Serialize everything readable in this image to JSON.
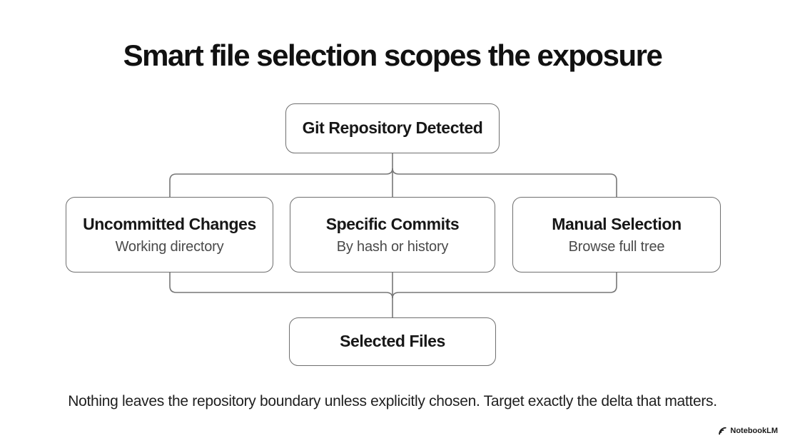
{
  "title": "Smart file selection scopes the exposure",
  "diagram": {
    "root": {
      "label": "Git Repository Detected"
    },
    "children": [
      {
        "label": "Uncommitted Changes",
        "sublabel": "Working directory"
      },
      {
        "label": "Specific Commits",
        "sublabel": "By hash or history"
      },
      {
        "label": "Manual Selection",
        "sublabel": "Browse full tree"
      }
    ],
    "result": {
      "label": "Selected Files"
    }
  },
  "footer": {
    "text": "Nothing leaves the repository boundary unless explicitly chosen. Target exactly the delta that matters."
  },
  "watermark": {
    "label": "NotebookLM",
    "icon": "notebooklm-logo-icon"
  },
  "colors": {
    "background": "#ffffff",
    "line": "#767676",
    "node-border": "#6f6f6f",
    "heading": "#111111",
    "label": "#171717",
    "sublabel": "#4a4a4a",
    "footer": "#1f1f1f",
    "watermark": "#1a1a1a"
  }
}
